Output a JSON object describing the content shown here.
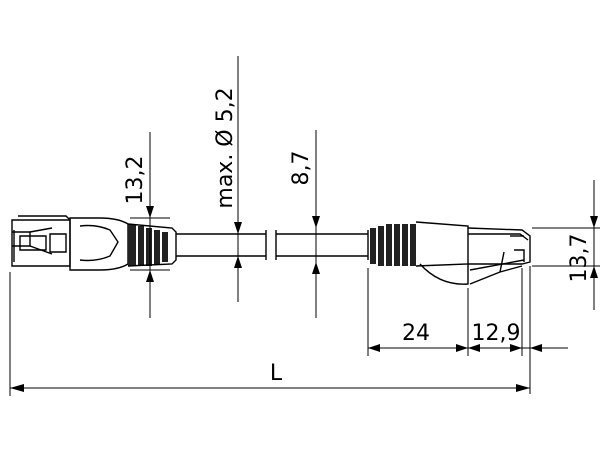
{
  "dimensions": {
    "boot_height": "13,2",
    "cable_diameter": "max. Ø 5,2",
    "boot_height_right": "8,7",
    "plug_height": "13,7",
    "boot_length": "24",
    "plug_length": "12,9",
    "total_length": "L"
  }
}
